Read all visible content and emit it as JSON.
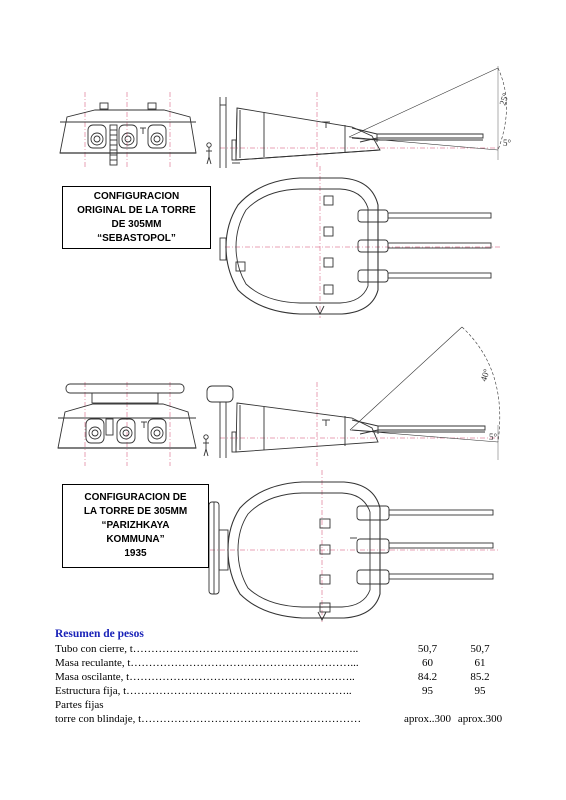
{
  "captions": {
    "box1": [
      "CONFIGURACION",
      "ORIGINAL DE LA TORRE",
      "DE 305MM",
      "“SEBASTOPOL”"
    ],
    "box2": [
      "CONFIGURACION DE",
      "LA TORRE DE 305MM",
      "“PARIZHKAYA",
      "KOMMUNA”",
      "1935"
    ]
  },
  "angles": {
    "top_elev": "25°",
    "top_dep": "5°",
    "bottom_elev": "40°",
    "bottom_dep": "5°"
  },
  "summary": {
    "title": "Resumen de pesos",
    "rows": [
      {
        "label": "Tubo con cierre, t……………………………………………………..",
        "v1": "50,7",
        "v2": "50,7"
      },
      {
        "label": "Masa reculante, t……………………………………………………...",
        "v1": "60",
        "v2": "61"
      },
      {
        "label": "Masa oscilante, t……………………………………………………..",
        "v1": "84.2",
        "v2": "85.2"
      },
      {
        "label": "Estructura fija, t……………………………………………………..",
        "v1": "95",
        "v2": "95"
      },
      {
        "label": "Partes fijas",
        "v1": "",
        "v2": ""
      },
      {
        "label": "torre con blindaje, t……………………………………………………",
        "v1": "aprox..300",
        "v2": "aprox.300"
      }
    ]
  },
  "colors": {
    "title": "#1a23b8",
    "line": "#333333",
    "center": "#d0446a"
  }
}
